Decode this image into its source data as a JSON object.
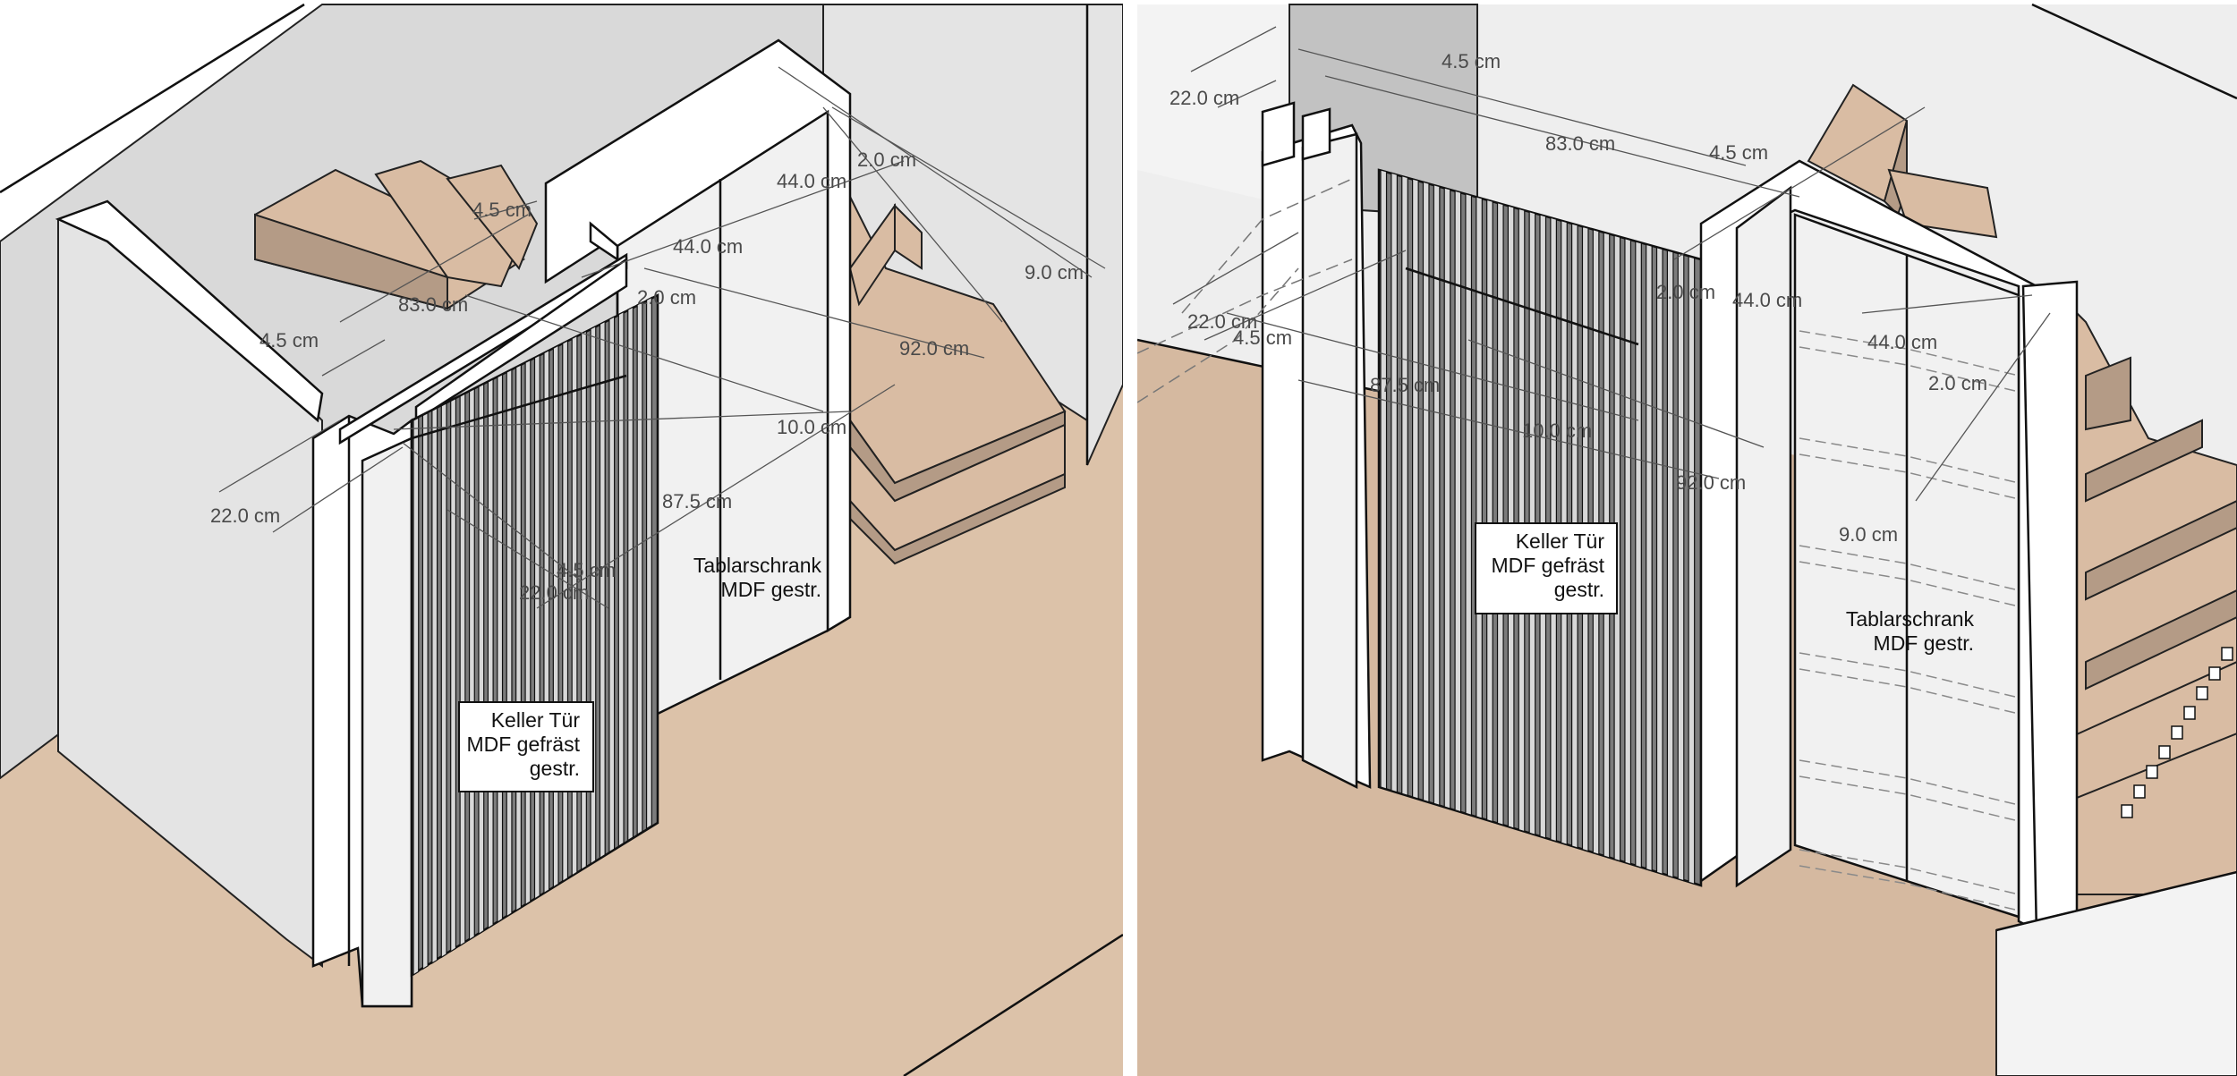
{
  "left_view": {
    "dimensions": {
      "d_45_a": "4.5 cm",
      "d_20_a": "2.0 cm",
      "d_440_a": "44.0 cm",
      "d_440_b": "44.0 cm",
      "d_20_b": "2.0 cm",
      "d_90": "9.0 cm",
      "d_830": "83.0 cm",
      "d_45_b": "4.5 cm",
      "d_920": "92.0 cm",
      "d_100": "10.0 cm",
      "d_220_a": "22.0 cm",
      "d_875": "87.5 cm",
      "d_45_c": "4.5 cm",
      "d_220_b": "22.0 cm"
    },
    "labels": {
      "cabinet_line1": "Tablarschrank",
      "cabinet_line2": "MDF gestr.",
      "door_line1": "Keller Tür",
      "door_line2": "MDF gefräst",
      "door_line3": "gestr."
    }
  },
  "right_view": {
    "dimensions": {
      "d_45_a": "4.5 cm",
      "d_220_a": "22.0 cm",
      "d_830": "83.0 cm",
      "d_45_b": "4.5 cm",
      "d_220_b": "22.0 cm",
      "d_45_c": "4.5 cm",
      "d_20_a": "2.0 cm",
      "d_440_a": "44.0 cm",
      "d_440_b": "44.0 cm",
      "d_20_b": "2.0 cm",
      "d_875": "87.5 cm",
      "d_100": "10.0 cm",
      "d_920": "92.0 cm",
      "d_90": "9.0 cm"
    },
    "labels": {
      "door_line1": "Keller Tür",
      "door_line2": "MDF gefräst",
      "door_line3": "gestr.",
      "cabinet_line1": "Tablarschrank",
      "cabinet_line2": "MDF gestr."
    }
  }
}
